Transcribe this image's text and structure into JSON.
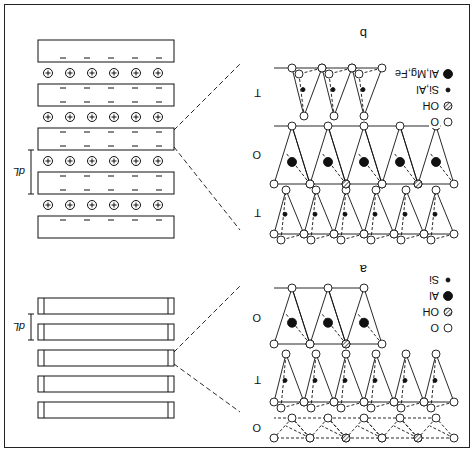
{
  "diagram": {
    "labels": [
      "a",
      "O",
      "T",
      "O",
      "dL",
      "b",
      "T",
      "O",
      "T",
      "dL"
    ],
    "legend": [
      {
        "text": "O"
      },
      {
        "text": "OH"
      },
      {
        "text": "Al"
      },
      {
        "text": "Si"
      },
      {
        "text": "O"
      },
      {
        "text": "OH"
      },
      {
        "text": "Si,Al"
      },
      {
        "text": "Al,Mg,Fe"
      }
    ]
  }
}
